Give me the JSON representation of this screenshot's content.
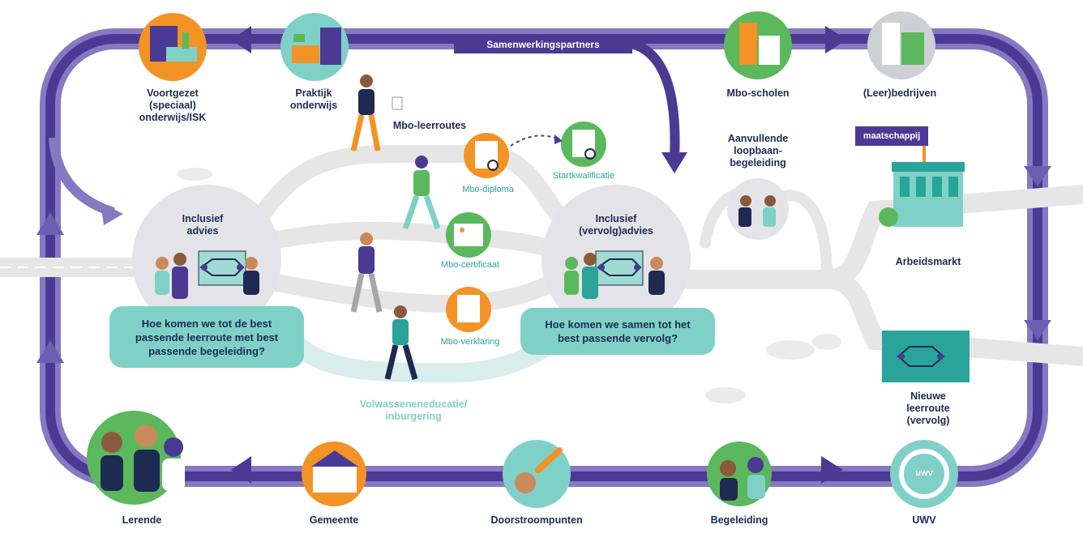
{
  "top_banner": "Samenwerkingspartners",
  "partners": [
    {
      "label": "Voortgezet\n(speciaal)\nonderwijs/ISK"
    },
    {
      "label": "Praktijk\nonderwijs"
    },
    {
      "label": "Mbo-scholen"
    },
    {
      "label": "(Leer)bedrijven"
    }
  ],
  "bottom_nodes": [
    {
      "label": "Lerende"
    },
    {
      "label": "Gemeente"
    },
    {
      "label": "Doorstroompunten"
    },
    {
      "label": "Begeleiding"
    },
    {
      "label": "UWV"
    }
  ],
  "center": {
    "mbo_leerroutes": "Mbo-leerroutes",
    "inclusief_advies": "Inclusief\nadvies",
    "inclusief_vervolgadvies": "Inclusief\n(vervolg)advies",
    "aanvullende": "Aanvullende\nloopbaan-\nbegeleiding",
    "arbeidsmarkt": "Arbeidsmarkt",
    "nieuwe_leerroute": "Nieuwe\nleerroute\n(vervolg)",
    "volwassenen": "Volwasseneneducatie/\ninburgering",
    "maatschappij": "maatschappij",
    "uwv_logo": "uwv"
  },
  "credentials": [
    {
      "label": "Mbo-diploma"
    },
    {
      "label": "Startkwalificatie"
    },
    {
      "label": "Mbo-certificaat"
    },
    {
      "label": "Mbo-verklaring"
    }
  ],
  "bubbles": {
    "left": "Hoe komen we tot de best\npassende leerroute met best\npassende begeleiding?",
    "right": "Hoe komen we samen tot het\nbest passende vervolg?"
  },
  "colors": {
    "loop_dark": "#4b3a94",
    "loop_light": "#8579c2",
    "navy": "#1e2a52",
    "teal": "#7fd1c8",
    "green": "#5cb85c",
    "orange": "#f39325",
    "road": "#e6e6e6"
  }
}
